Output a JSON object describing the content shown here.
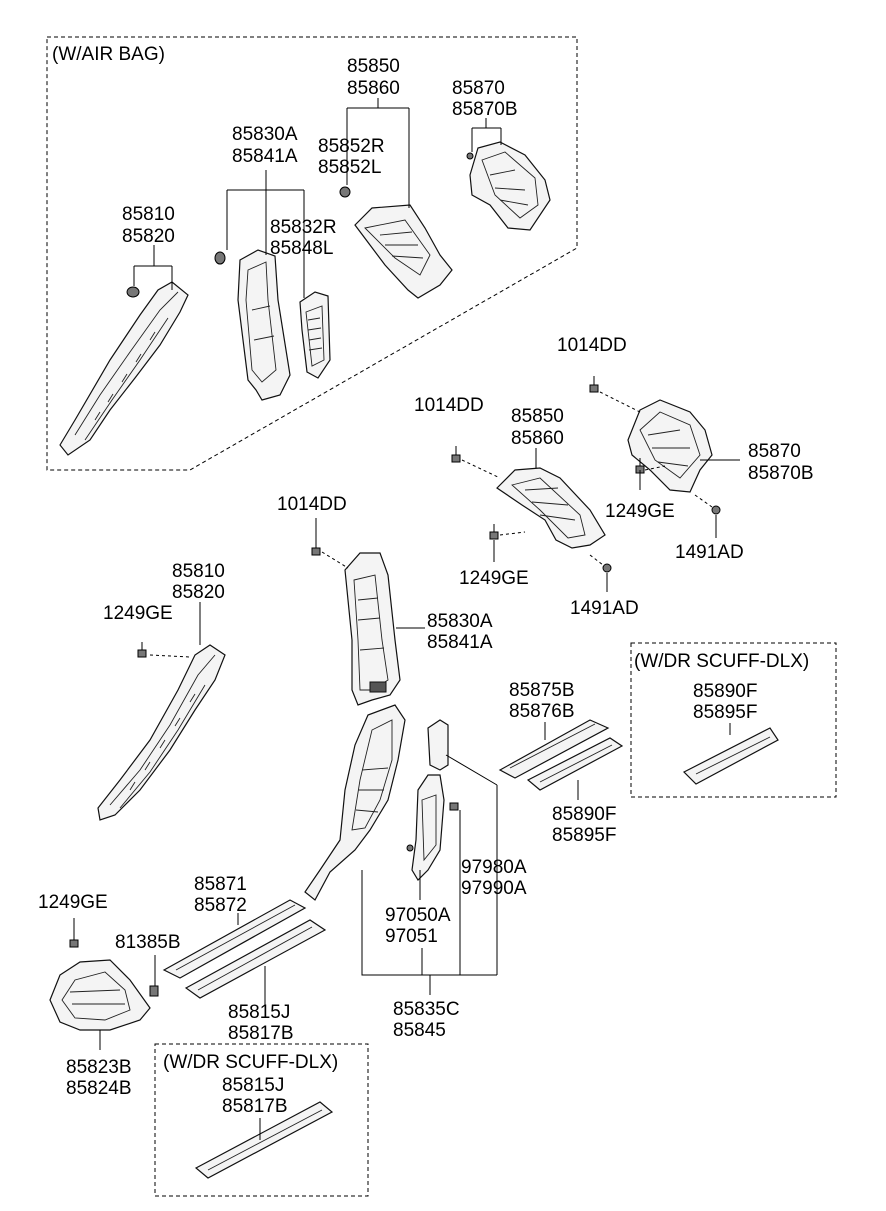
{
  "groups": {
    "airbag": "(W/AIR BAG)",
    "scuff_right": "(W/DR SCUFF-DLX)",
    "scuff_bottom": "(W/DR SCUFF-DLX)"
  },
  "labels": {
    "ab_85850": "85850",
    "ab_85860": "85860",
    "ab_85870": "85870",
    "ab_85870B": "85870B",
    "ab_85830A": "85830A",
    "ab_85841A": "85841A",
    "ab_85852R": "85852R",
    "ab_85852L": "85852L",
    "ab_85810": "85810",
    "ab_85820": "85820",
    "ab_85832R": "85832R",
    "ab_85848L": "85848L",
    "r_1014DD": "1014DD",
    "m_1014DD": "1014DD",
    "m_85850": "85850",
    "m_85860": "85860",
    "r_85870": "85870",
    "r_85870B": "85870B",
    "r_1249GE": "1249GE",
    "r_1491AD": "1491AD",
    "c_1014DD": "1014DD",
    "m_1249GE": "1249GE",
    "m_1491AD": "1491AD",
    "l_85810": "85810",
    "l_85820": "85820",
    "l_1249GE": "1249GE",
    "c_85830A": "85830A",
    "c_85841A": "85841A",
    "s_85875B": "85875B",
    "s_85876B": "85876B",
    "d_85890F": "85890F",
    "d_85895F": "85895F",
    "s_85890F": "85890F",
    "s_85895F": "85895F",
    "c_97980A": "97980A",
    "c_97990A": "97990A",
    "b_85871": "85871",
    "b_85872": "85872",
    "b_1249GE": "1249GE",
    "b_81385B": "81385B",
    "c_97050A": "97050A",
    "c_97051": "97051",
    "b_85815J": "85815J",
    "b_85817B": "85817B",
    "c_85835C": "85835C",
    "c_85845": "85845",
    "b_85823B": "85823B",
    "b_85824B": "85824B",
    "d_85815J": "85815J",
    "d_85817B": "85817B"
  }
}
